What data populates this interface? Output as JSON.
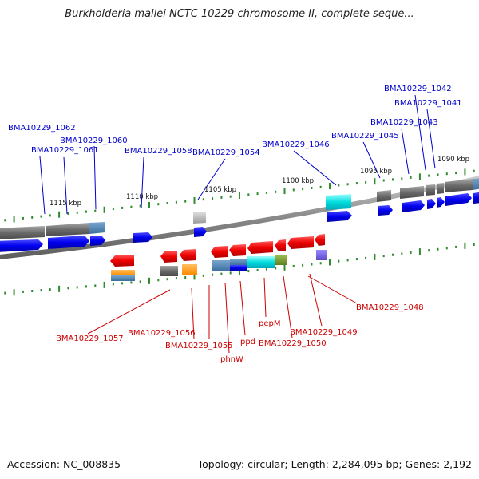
{
  "title": "Burkholderia mallei NCTC 10229 chromosome II, complete seque...",
  "footer": {
    "accession": "Accession: NC_008835",
    "summary": "Topology: circular; Length: 2,284,095 bp; Genes: 2,192"
  },
  "colors": {
    "forward_label": "#0000cc",
    "reverse_label": "#cc0000",
    "backbone": "#888888",
    "tick": "#2e8b2e"
  },
  "scale_labels": [
    "1115 kbp",
    "1110 kbp",
    "1105 kbp",
    "1100 kbp",
    "1095 kbp",
    "1090 kbp"
  ],
  "forward_gene_labels": [
    "BMA10229_1062",
    "BMA10229_1060",
    "BMA10229_1061",
    "BMA10229_1058",
    "BMA10229_1054",
    "BMA10229_1046",
    "BMA10229_1045",
    "BMA10229_1043",
    "BMA10229_1042",
    "BMA10229_1041"
  ],
  "reverse_gene_labels": [
    "BMA10229_1057",
    "BMA10229_1056",
    "BMA10229_1055",
    "phnW",
    "ppd",
    "pepM",
    "BMA10229_1050",
    "BMA10229_1049",
    "BMA10229_1048"
  ]
}
